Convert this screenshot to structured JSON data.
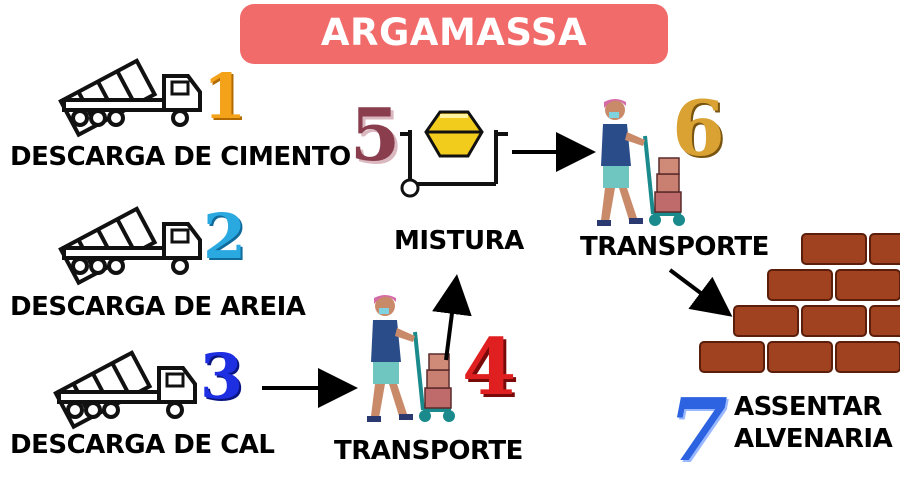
{
  "title": "ARGAMASSA TRADICIONAL",
  "colors": {
    "title_bg": "#f26b6b",
    "step1": "#f4a21a",
    "step2": "#2aa8e0",
    "step3": "#1d2fe0",
    "step4": "#e02020",
    "step5": "#8a3d4c",
    "step6": "#d9a233",
    "step7": "#2d63e0",
    "brick": "#a0421f",
    "mixer": "#f2cc1c"
  },
  "steps": [
    {
      "number": "1",
      "label": "DESCARGA DE CIMENTO",
      "icon": "dump-truck-icon"
    },
    {
      "number": "2",
      "label": "DESCARGA DE AREIA",
      "icon": "dump-truck-icon"
    },
    {
      "number": "3",
      "label": "DESCARGA DE CAL",
      "icon": "dump-truck-icon"
    },
    {
      "number": "4",
      "label": "TRANSPORTE",
      "icon": "hand-truck-worker-icon"
    },
    {
      "number": "5",
      "label": "MISTURA",
      "icon": "concrete-mixer-icon"
    },
    {
      "number": "6",
      "label": "TRANSPORTE",
      "icon": "hand-truck-worker-icon"
    },
    {
      "number": "7",
      "label_line1": "ASSENTAR",
      "label_line2": "ALVENARIA",
      "icon": "brick-wall-icon"
    }
  ]
}
